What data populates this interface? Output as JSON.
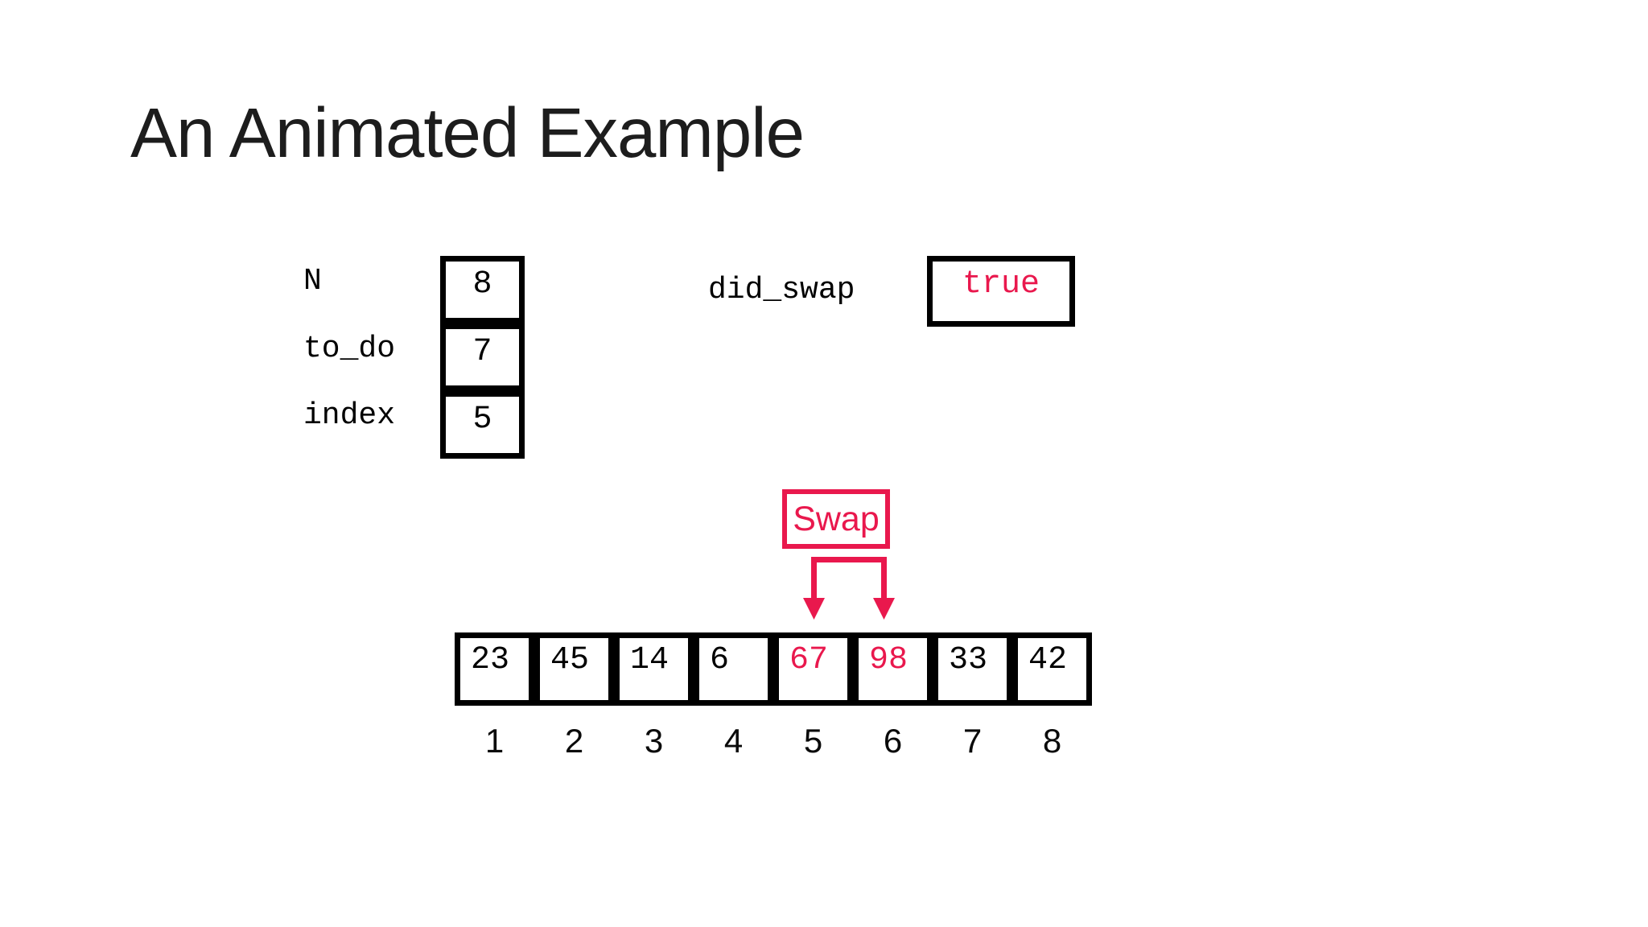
{
  "slide": {
    "title": "An Animated Example",
    "background": "#ffffff"
  },
  "colors": {
    "accent_red": "#e9184d",
    "outline_black": "#000000"
  },
  "variables": [
    {
      "name": "N",
      "value": "8",
      "highlight": false
    },
    {
      "name": "to_do",
      "value": "7",
      "highlight": false
    },
    {
      "name": "index",
      "value": "5",
      "highlight": false
    }
  ],
  "did_swap": {
    "label": "did_swap",
    "value": "true",
    "value_color": "#e9184d"
  },
  "swap_callout": {
    "label": "Swap"
  },
  "array": {
    "cells": [
      {
        "value": "23",
        "highlight": false
      },
      {
        "value": "45",
        "highlight": false
      },
      {
        "value": "14",
        "highlight": false
      },
      {
        "value": "6",
        "highlight": false
      },
      {
        "value": "67",
        "highlight": true
      },
      {
        "value": "98",
        "highlight": true
      },
      {
        "value": "33",
        "highlight": false
      },
      {
        "value": "42",
        "highlight": false
      }
    ],
    "indices": [
      "1",
      "2",
      "3",
      "4",
      "5",
      "6",
      "7",
      "8"
    ]
  }
}
